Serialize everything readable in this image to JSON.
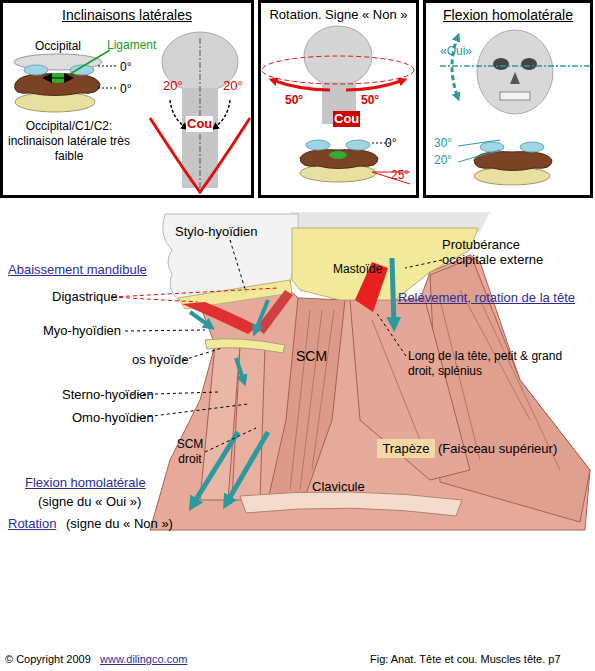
{
  "diagram": {
    "caption": "Fig: Anat. Tête et cou. Muscles tête. p7",
    "nodes": [
      {
        "text": [
          "Inclinaisons latérales",
          "Occipital",
          "Ligament",
          "0°",
          "0°",
          "Occipital/C1/C2: inclinaison latérale très faible",
          "20°",
          "20°",
          "Cou"
        ]
      },
      {
        "text": [
          "Rotation. Signe « Non »",
          "50°",
          "50°",
          "Cou",
          "0°",
          "25°"
        ]
      },
      {
        "text": [
          "Flexion homolatérale",
          "«Oui»",
          "30°",
          "20°"
        ]
      },
      {
        "text": [
          "Trapèze"
        ]
      }
    ],
    "labels": [
      "Stylo-hyoïdien",
      "Mastoïde",
      "Protubérance occipitale externe",
      "Abaissement mandibule",
      "Digastrique",
      "Relèvement, rotation de la tête",
      "Myo-hyoïdien",
      "os hyoïde",
      "SCM",
      "Long de la tête, petit & grand droit, splénius",
      "Sterno-hyoïdien",
      "Omo-hyoïdien",
      "SCM droit",
      "(Faisceau supérieur)",
      "Clavicule",
      "Flexion homolatérale",
      "(signe du « Oui »)",
      "Rotation",
      "(signe du « Non »)",
      "© Copyright 2009",
      "www.dilingco.com"
    ]
  }
}
